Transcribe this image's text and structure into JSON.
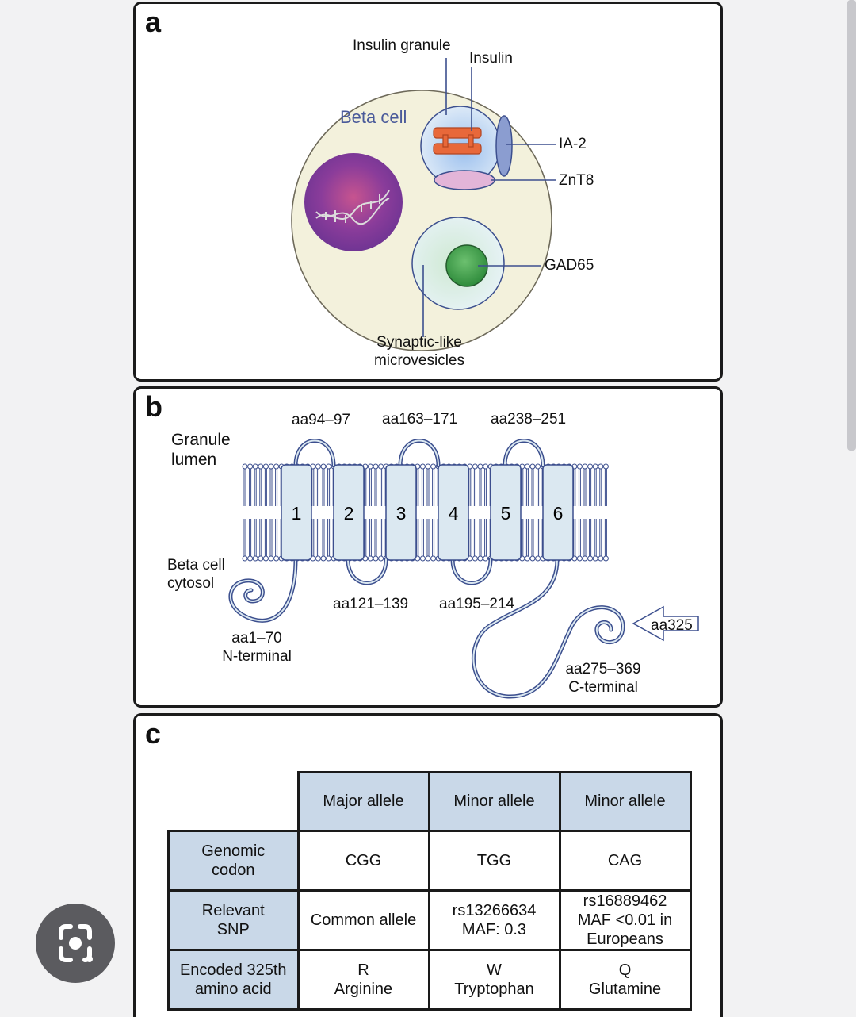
{
  "panel_a": {
    "letter": "a",
    "labels": {
      "beta_cell": "Beta cell",
      "insulin_granule": "Insulin granule",
      "insulin": "Insulin",
      "ia2": "IA-2",
      "znt8": "ZnT8",
      "gad65": "GAD65",
      "synaptic_line1": "Synaptic-like",
      "synaptic_line2": "microvesicles"
    }
  },
  "panel_b": {
    "letter": "b",
    "granule_lumen_line1": "Granule",
    "granule_lumen_line2": "lumen",
    "beta_cytosol_line1": "Beta cell",
    "beta_cytosol_line2": "cytosol",
    "helices": [
      "1",
      "2",
      "3",
      "4",
      "5",
      "6"
    ],
    "loops": {
      "aa94_97": "aa94–97",
      "aa163_171": "aa163–171",
      "aa238_251": "aa238–251",
      "aa121_139": "aa121–139",
      "aa195_214": "aa195–214"
    },
    "n_term_line1": "aa1–70",
    "n_term_line2": "N-terminal",
    "c_term_line1": "aa275–369",
    "c_term_line2": "C-terminal",
    "arrow_label": "aa325"
  },
  "panel_c": {
    "letter": "c",
    "columns": [
      "Major allele",
      "Minor allele",
      "Minor allele"
    ],
    "rows": [
      {
        "header": [
          "Genomic",
          "codon"
        ],
        "cells": [
          [
            "CGG"
          ],
          [
            "TGG"
          ],
          [
            "CAG"
          ]
        ]
      },
      {
        "header": [
          "Relevant",
          "SNP"
        ],
        "cells": [
          [
            "Common allele"
          ],
          [
            "rs13266634",
            "MAF: 0.3"
          ],
          [
            "rs16889462",
            "MAF <0.01 in",
            "Europeans"
          ]
        ]
      },
      {
        "header": [
          "Encoded 325th",
          "amino acid"
        ],
        "cells": [
          [
            "R",
            "Arginine"
          ],
          [
            "W",
            "Tryptophan"
          ],
          [
            "Q",
            "Glutamine"
          ]
        ]
      }
    ]
  },
  "colors": {
    "cell_fill": "#f3f1dc",
    "nucleus": "#7b3a95",
    "granule": "#b8d2ee",
    "insulin": "#e8683a",
    "ia2": "#8b9dd0",
    "znt8": "#e3b5d8",
    "gad65": "#3f9a48",
    "membrane_line": "#3c4f8e",
    "helix_fill": "#dbe8f1",
    "table_header": "#c9d8e8"
  },
  "icons": {
    "lens": "camera-lens-icon"
  }
}
